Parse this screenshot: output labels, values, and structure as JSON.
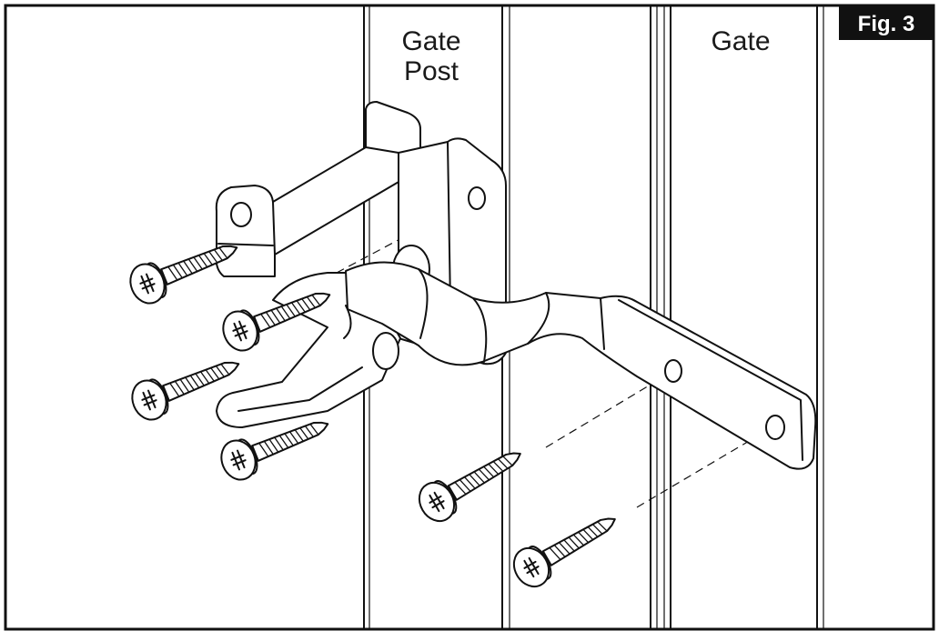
{
  "figure": {
    "badge": "Fig. 3",
    "labels": {
      "gate_post_line1": "Gate",
      "gate_post_line2": "Post",
      "gate": "Gate"
    }
  },
  "screws": {
    "latch_count": 4,
    "bar_count": 2
  }
}
